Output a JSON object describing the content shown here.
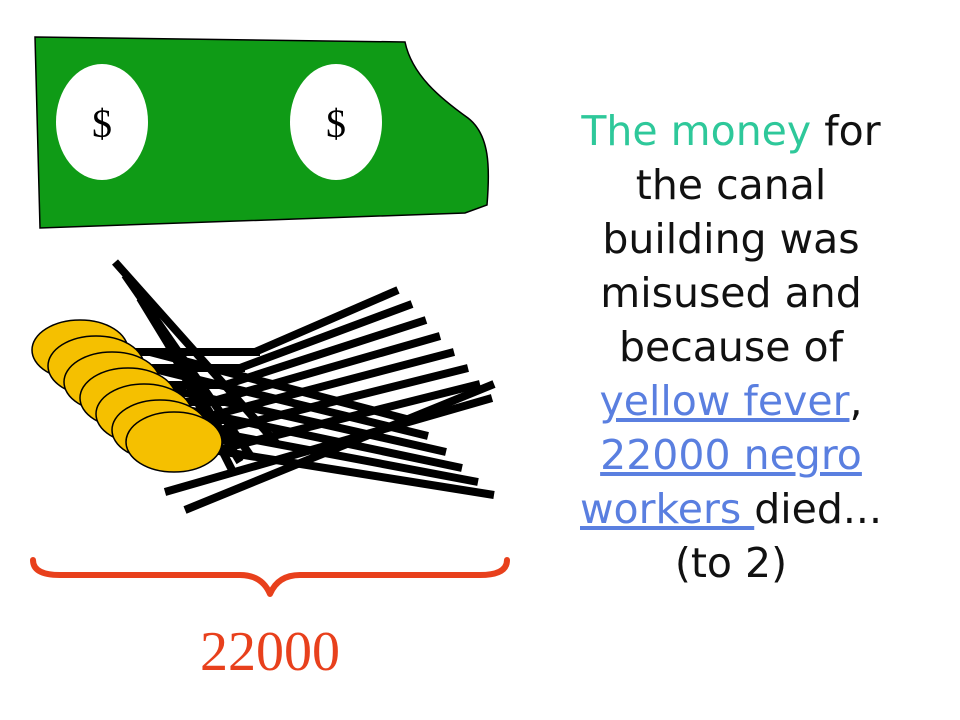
{
  "slide": {
    "bill": {
      "left_symbol": "$",
      "right_symbol": "$",
      "color": "#0f9b16"
    },
    "coins": {
      "color": "#f5c000"
    },
    "brace_color": "#e8401c",
    "count_label": "22000",
    "caption": {
      "highlight": "The money",
      "text_1": " for the canal building was misused and because of ",
      "link_1": "yellow fever",
      "text_2": ", ",
      "link_2": "22000 negro workers ",
      "text_3": "died... (to 2)",
      "highlight_color": "#2ec89a",
      "link_color": "#5a7fe0"
    }
  }
}
